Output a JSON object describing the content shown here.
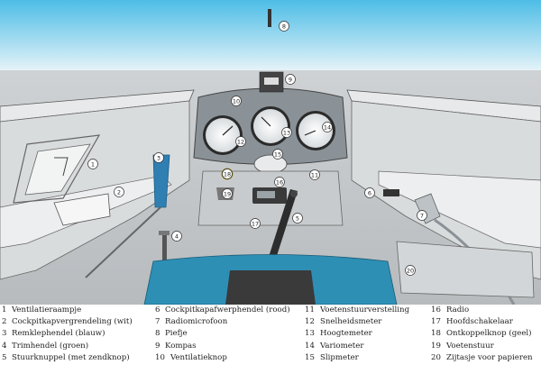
{
  "callouts": [
    {
      "id": "1",
      "label": "Ventilatieraampje"
    },
    {
      "id": "2",
      "label": "Cockpitkapvergrendeling (wit)"
    },
    {
      "id": "3",
      "label": "Remklephendel (blauw)"
    },
    {
      "id": "4",
      "label": "Trimhendel (groen)"
    },
    {
      "id": "5",
      "label": "Stuurknuppel (met zendknop)"
    },
    {
      "id": "6",
      "label": "Cockpitkapafwerphendel (rood)"
    },
    {
      "id": "7",
      "label": "Radiomicrofoon"
    },
    {
      "id": "8",
      "label": "Piefje"
    },
    {
      "id": "9",
      "label": "Kompas"
    },
    {
      "id": "10",
      "label": "Ventilatieknop"
    },
    {
      "id": "11",
      "label": "Voetenstuurverstelling"
    },
    {
      "id": "12",
      "label": "Snelheidsmeter"
    },
    {
      "id": "13",
      "label": "Hoogtemeter"
    },
    {
      "id": "14",
      "label": "Variometer"
    },
    {
      "id": "15",
      "label": "Slipmeter"
    },
    {
      "id": "16",
      "label": "Radio"
    },
    {
      "id": "17",
      "label": "Hoofdschakelaar"
    },
    {
      "id": "18",
      "label": "Ontkoppelknop (geel)"
    },
    {
      "id": "19",
      "label": "Voetenstuur"
    },
    {
      "id": "20",
      "label": "Zijtasje voor papieren"
    }
  ],
  "colors": {
    "sky_top": "#4dbde6",
    "sky_bottom": "#e6f3f8",
    "panel": "#8a9297",
    "cabin": "#c4c8cb",
    "stick": "#2d2d2d",
    "airbrake_handle": "#2f7fb3",
    "seat": "#2e8fb5"
  }
}
